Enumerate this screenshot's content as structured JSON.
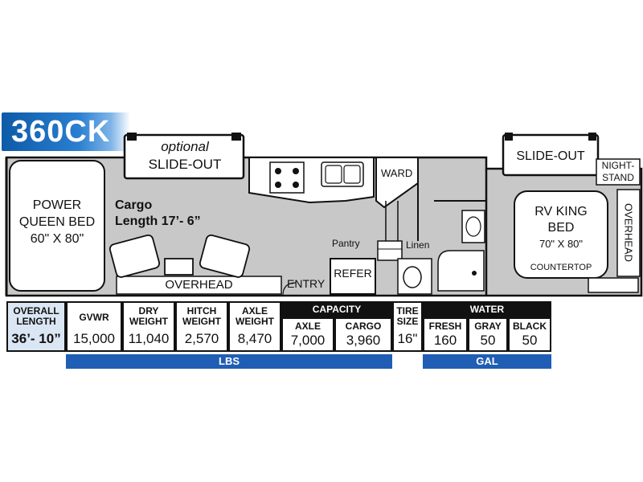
{
  "model": "360CK",
  "floorplan": {
    "optional_slideout_line1": "optional",
    "optional_slideout_line2": "SLIDE-OUT",
    "power_queen_bed_line1": "POWER",
    "power_queen_bed_line2": "QUEEN BED",
    "power_queen_bed_size": "60\" X 80\"",
    "cargo_line1": "Cargo",
    "cargo_line2": "Length 17’- 6”",
    "overhead_front": "OVERHEAD",
    "entry": "ENTRY",
    "refer": "REFER",
    "pantry": "Pantry",
    "linen": "Linen",
    "ward": "WARD",
    "slideout_right": "SLIDE-OUT",
    "nightstand_line1": "NIGHT-",
    "nightstand_line2": "STAND",
    "rv_king_bed_line1": "RV KING",
    "rv_king_bed_line2": "BED",
    "rv_king_bed_size": "70\" X 80\"",
    "countertop": "COUNTERTOP",
    "overhead_rear": "OVERHEAD"
  },
  "specs": {
    "overall_length": {
      "label_line1": "OVERALL",
      "label_line2": "LENGTH",
      "value": "36’- 10”"
    },
    "gvwr": {
      "label": "GVWR",
      "value": "15,000"
    },
    "dry_weight": {
      "label_line1": "DRY",
      "label_line2": "WEIGHT",
      "value": "11,040"
    },
    "hitch_weight": {
      "label_line1": "HITCH",
      "label_line2": "WEIGHT",
      "value": "2,570"
    },
    "axle_weight": {
      "label_line1": "AXLE",
      "label_line2": "WEIGHT",
      "value": "8,470"
    },
    "capacity": {
      "header": "CAPACITY",
      "axle_label": "AXLE",
      "axle_value": "7,000",
      "cargo_label": "CARGO",
      "cargo_value": "3,960"
    },
    "tire_size": {
      "label_line1": "TIRE",
      "label_line2": "SIZE",
      "value": "16\""
    },
    "water": {
      "header": "WATER",
      "fresh_label": "FRESH",
      "fresh_value": "160",
      "gray_label": "GRAY",
      "gray_value": "50",
      "black_label": "BLACK",
      "black_value": "50"
    },
    "lbs_band": "LBS",
    "gal_band": "GAL"
  },
  "colors": {
    "brand_blue": "#1f5eb4",
    "floor_gray": "#c8c8c8",
    "outline": "#111111"
  }
}
